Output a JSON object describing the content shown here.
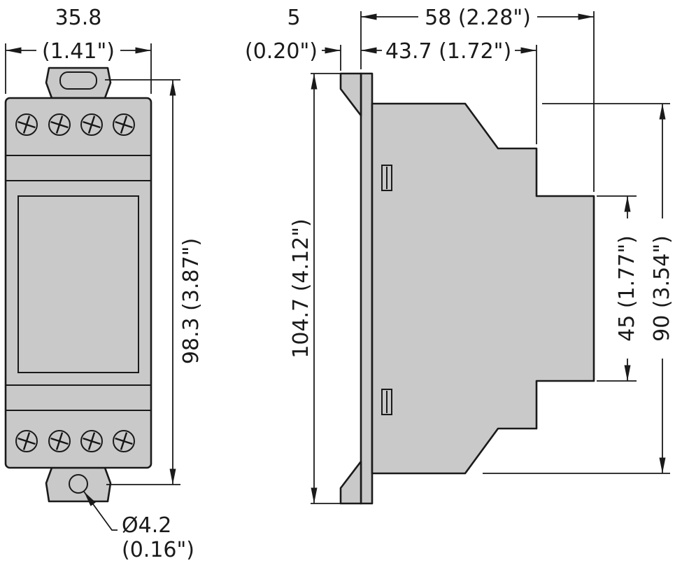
{
  "colors": {
    "body_fill": "#c9c9c9",
    "panel_fill": "#d2d2d2",
    "slot_fill": "#e4e4e4",
    "line": "#1a1a1a"
  },
  "front_view": {
    "width_dim": {
      "metric": "35.8",
      "imperial": "(1.41\")"
    },
    "height_dim": {
      "label": "98.3 (3.87\")"
    },
    "hole_dim": {
      "metric": "Ø4.2",
      "imperial": "(0.16\")"
    }
  },
  "side_view": {
    "rail_offset_dim": {
      "metric": "5",
      "imperial": "(0.20\")"
    },
    "overall_depth_dim": {
      "label": "58 (2.28\")"
    },
    "body_depth_dim": {
      "label": "43.7 (1.72\")"
    },
    "overall_height_dim": {
      "label": "104.7 (4.12\")"
    },
    "front_section_height_dim": {
      "label": "45 (1.77\")"
    },
    "body_height_dim": {
      "label": "90 (3.54\")"
    }
  }
}
